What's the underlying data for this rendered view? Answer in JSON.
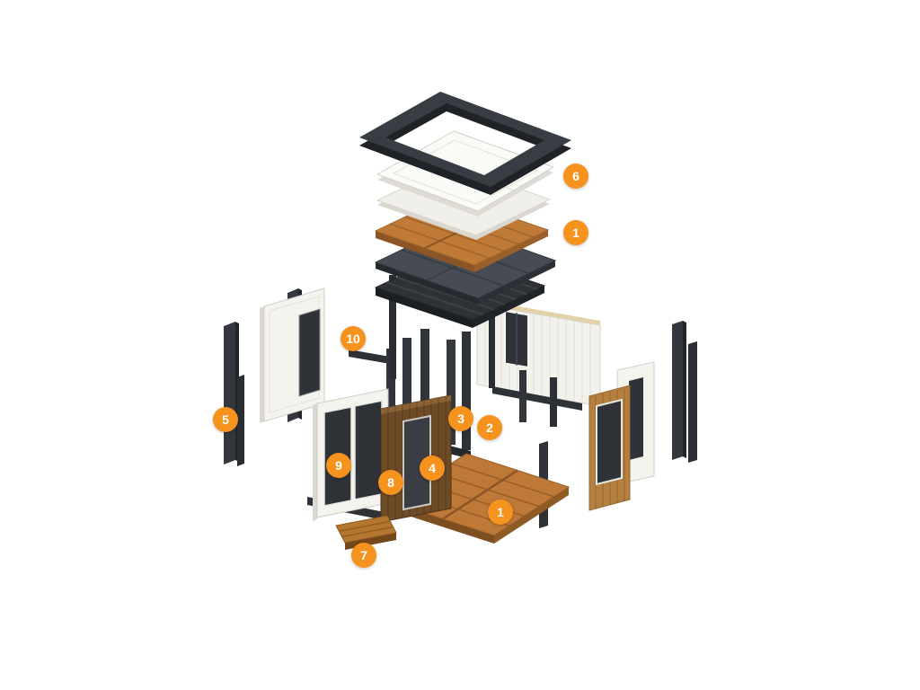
{
  "diagram": {
    "type": "exploded-isometric-diagram",
    "background_color": "#ffffff",
    "accent_color": "#F6921E",
    "colors": {
      "wood_decking": "#BE7838",
      "wood_edge": "#8B5526",
      "steel_dark": "#33373D",
      "panel_white": "#F4F3EE",
      "wall_wood_brown": "#6E4B27",
      "glass_dark": "#2F3338"
    },
    "badges": [
      {
        "label": "6"
      },
      {
        "label": "1"
      },
      {
        "label": "10"
      },
      {
        "label": "5"
      },
      {
        "label": "3"
      },
      {
        "label": "2"
      },
      {
        "label": "9"
      },
      {
        "label": "4"
      },
      {
        "label": "8"
      },
      {
        "label": "1"
      },
      {
        "label": "7"
      }
    ]
  }
}
